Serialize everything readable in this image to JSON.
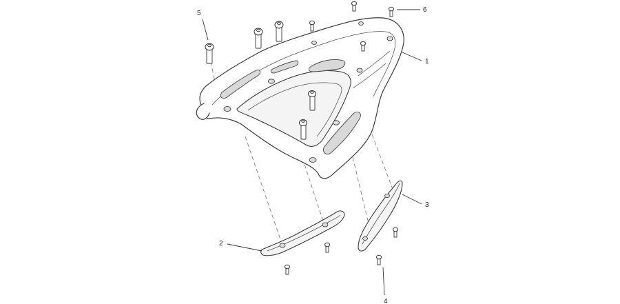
{
  "callouts": [
    {
      "id": "1",
      "label": "1"
    },
    {
      "id": "2",
      "label": "2"
    },
    {
      "id": "3",
      "label": "3"
    },
    {
      "id": "4",
      "label": "4"
    },
    {
      "id": "5",
      "label": "5"
    },
    {
      "id": "6",
      "label": "6"
    }
  ],
  "colors": {
    "line": "#3a3a3a",
    "background": "#ffffff"
  }
}
